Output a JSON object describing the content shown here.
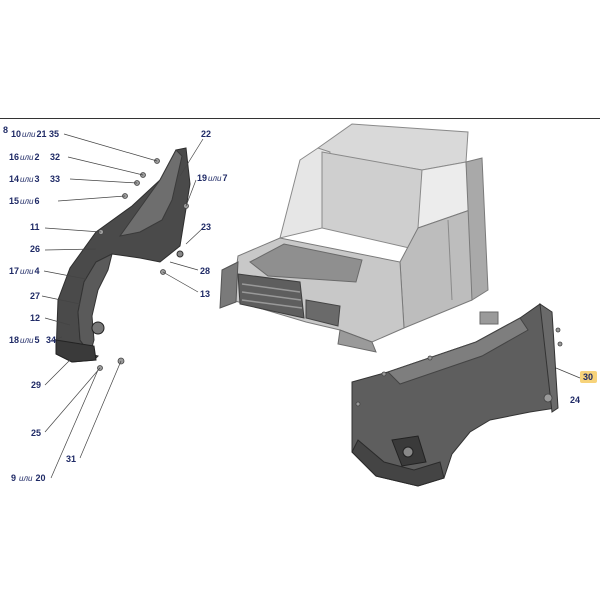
{
  "callouts": {
    "c8": "8",
    "c10": {
      "a": "10",
      "or": "или",
      "b": "21",
      "c": "35"
    },
    "c16": {
      "a": "16",
      "or": "или",
      "b": "2",
      "c": "32"
    },
    "c14": {
      "a": "14",
      "or": "или",
      "b": "3",
      "c": "33"
    },
    "c15": {
      "a": "15",
      "or": "или",
      "b": "6"
    },
    "c11": "11",
    "c26": "26",
    "c17": {
      "a": "17",
      "or": "или",
      "b": "4"
    },
    "c27": "27",
    "c12": "12",
    "c18": {
      "a": "18",
      "or": "или",
      "b": "5",
      "c": "34"
    },
    "c29": "29",
    "c25": "25",
    "c31": "31",
    "c9": {
      "a": "9",
      "or": "или",
      "b": "20"
    },
    "c22": "22",
    "c19": {
      "a": "19",
      "or": "или",
      "b": "7"
    },
    "c23": "23",
    "c28": "28",
    "c13": "13",
    "c30": "30",
    "c24": "24"
  },
  "colors": {
    "callout_text": "#1f2a66",
    "highlight": "#f7d37a",
    "part_dark": "#4a4a4a",
    "part_mid": "#7a7a7a",
    "cab_light": "#dcdcdc",
    "cab_shade": "#a9a9a9"
  }
}
